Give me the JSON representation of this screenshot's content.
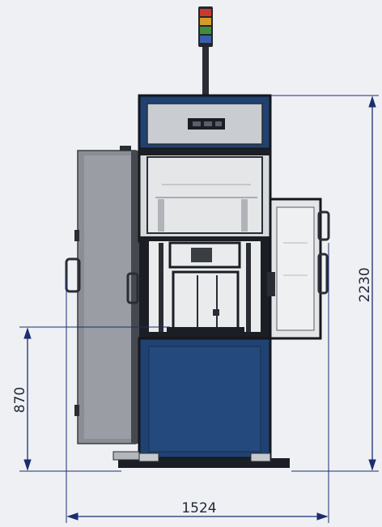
{
  "dimensions": {
    "total_height": "2230",
    "working_height": "870",
    "total_width": "1524"
  },
  "colors": {
    "background": "#eef0f3",
    "frame": "#1b1e24",
    "panel_blue": "#1f4272",
    "cabinet_grey": "#8a8e94",
    "dimension_line": "#1c2c70",
    "signal_red": "#c93a2e",
    "signal_amber": "#d69a2a",
    "signal_green": "#3f8e3f",
    "signal_blue": "#3a5fa8"
  },
  "components": [
    "signal-tower",
    "control-panel",
    "machine-frame",
    "side-cabinet",
    "open-door",
    "base-cabinet"
  ]
}
